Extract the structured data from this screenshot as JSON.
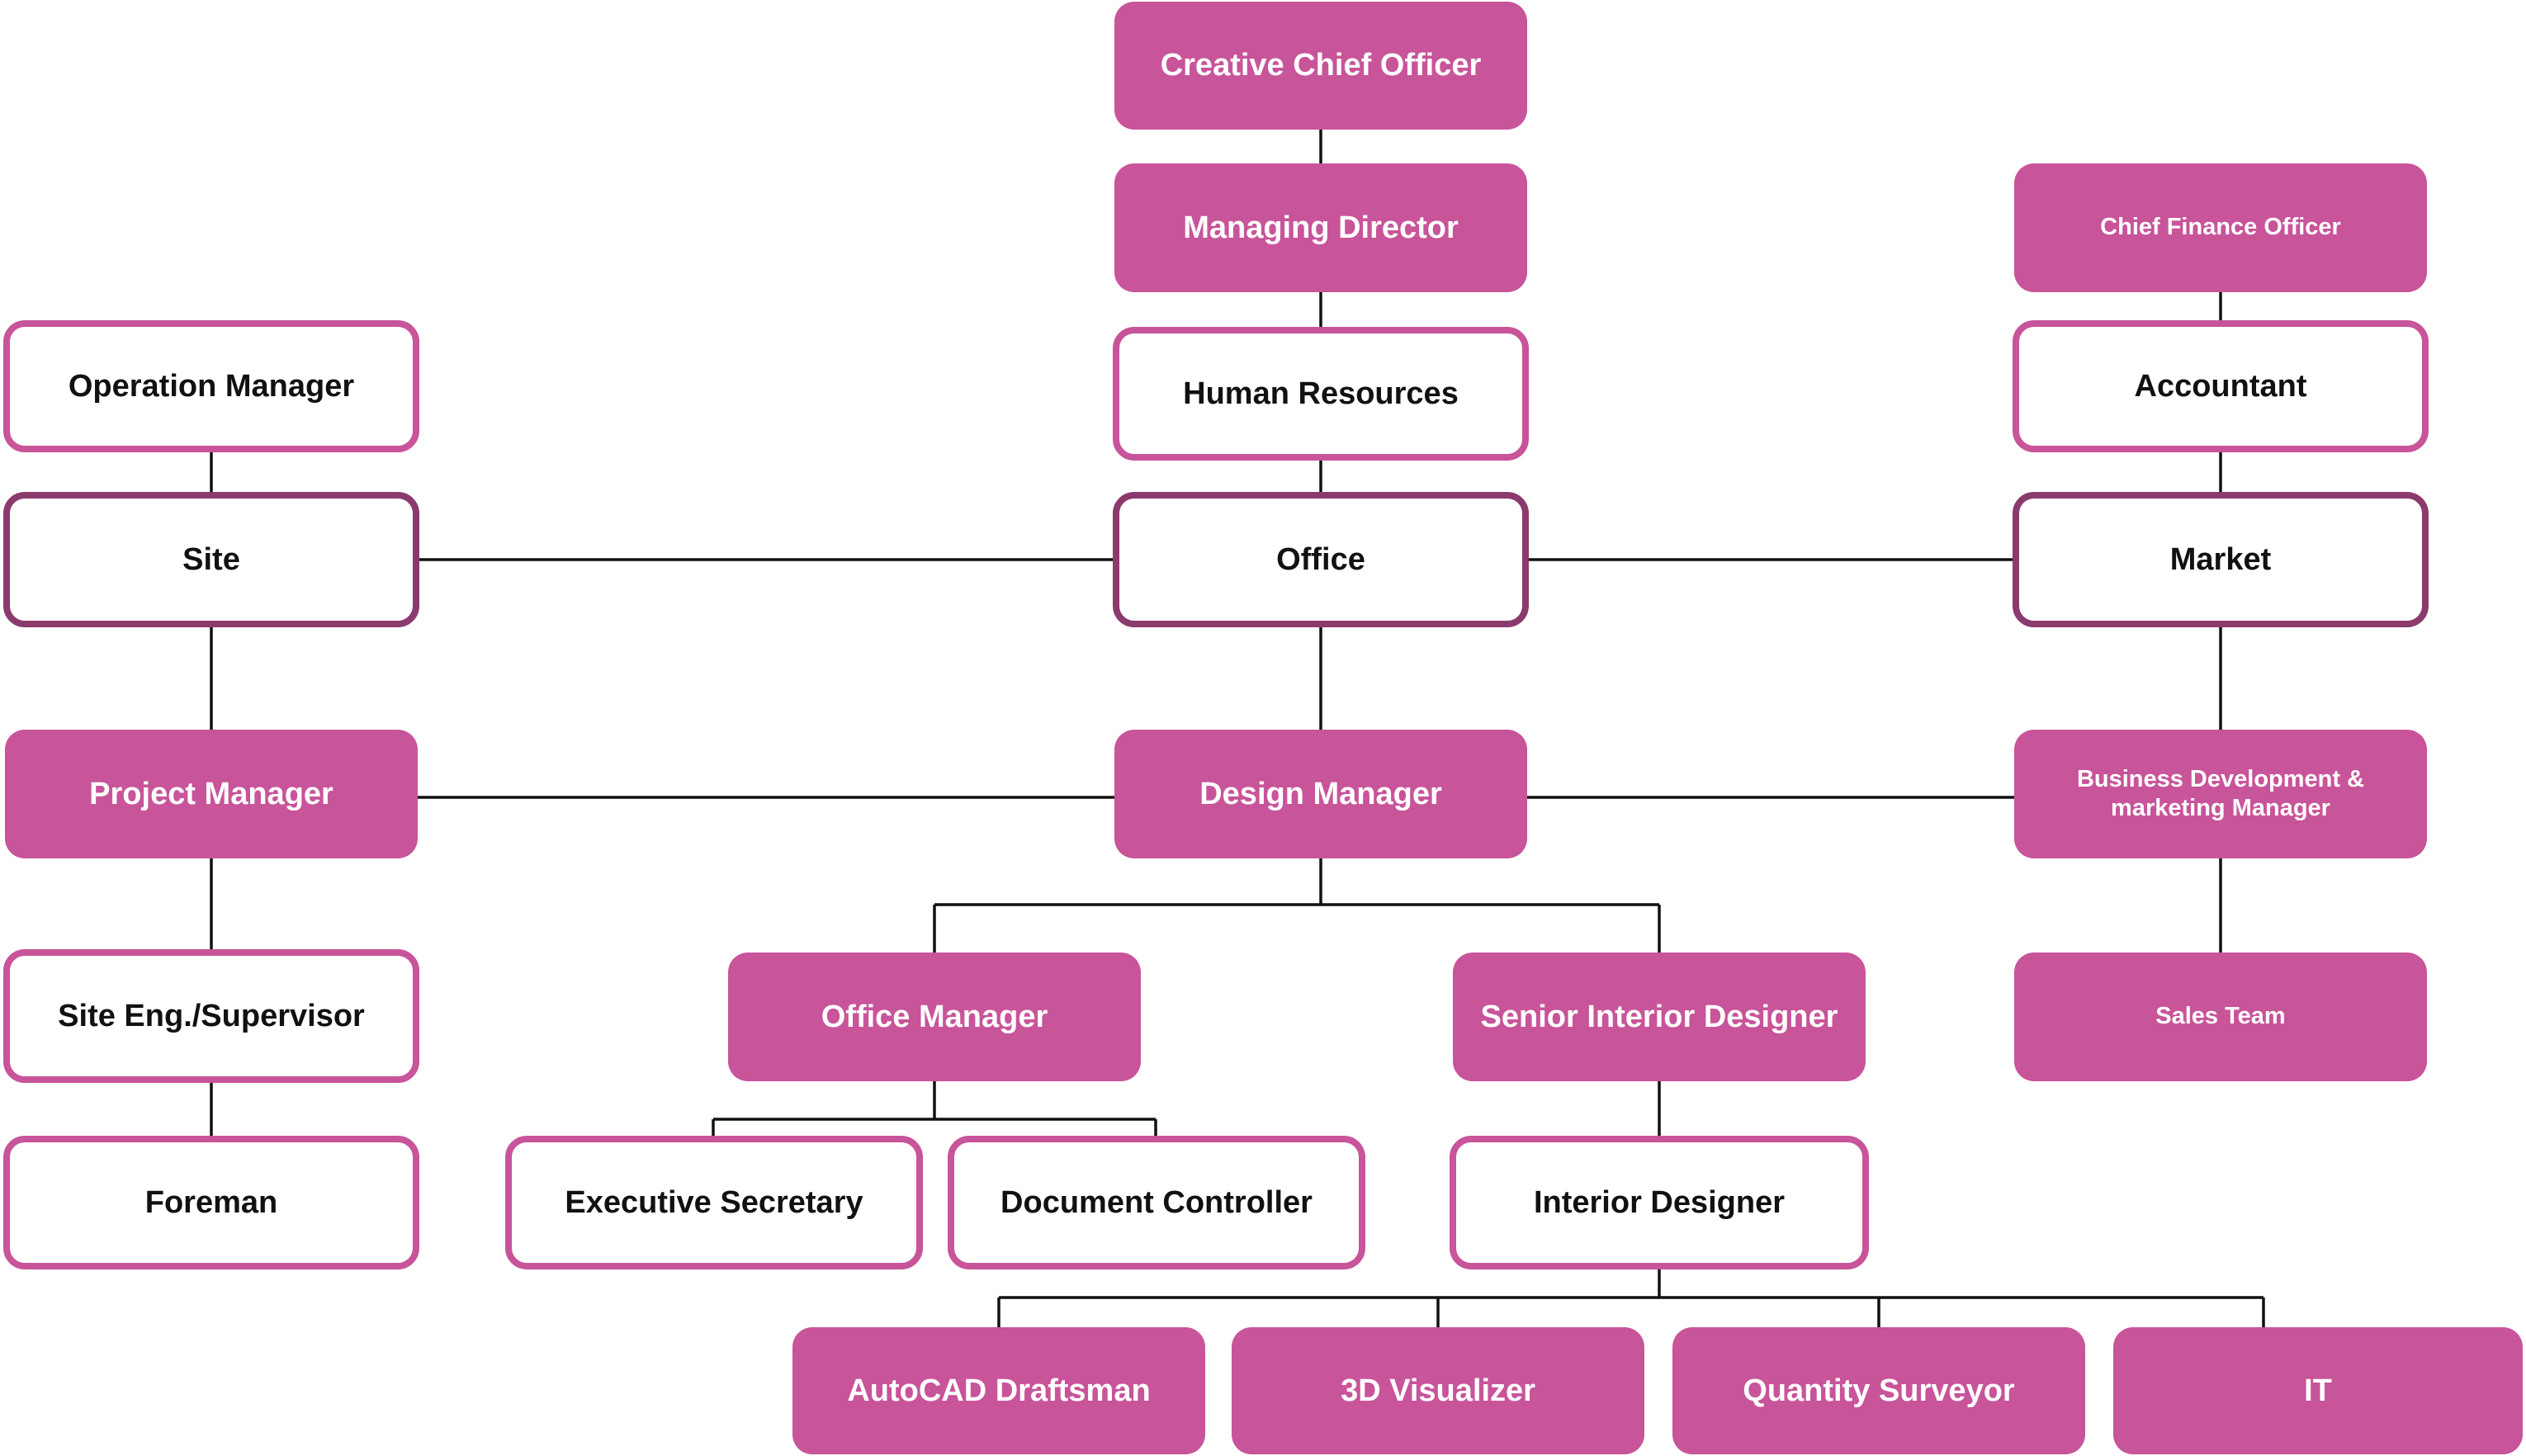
{
  "colors": {
    "filled": "#c8549a",
    "outline": "#c8549a",
    "outline_dark": "#8b3a6e",
    "line": "#111111"
  },
  "org_chart": {
    "creative_chief_officer": "Creative Chief Officer",
    "managing_director": "Managing Director",
    "human_resources": "Human Resources",
    "office": "Office",
    "site": "Site",
    "market": "Market",
    "operation_manager": "Operation Manager",
    "chief_finance_officer": "Chief Finance Officer",
    "accountant": "Accountant",
    "project_manager": "Project Manager",
    "design_manager": "Design Manager",
    "business_development_manager": "Business Development & marketing Manager",
    "site_engineer_supervisor": "Site Eng./Supervisor",
    "office_manager": "Office Manager",
    "senior_interior_designer": "Senior Interior Designer",
    "sales_team": "Sales Team",
    "foreman": "Foreman",
    "executive_secretary": "Executive Secretary",
    "document_controller": "Document Controller",
    "interior_designer": "Interior Designer",
    "autocad_draftsman": "AutoCAD Draftsman",
    "visualizer_3d": "3D Visualizer",
    "quantity_surveyor": "Quantity Surveyor",
    "it": "IT"
  }
}
